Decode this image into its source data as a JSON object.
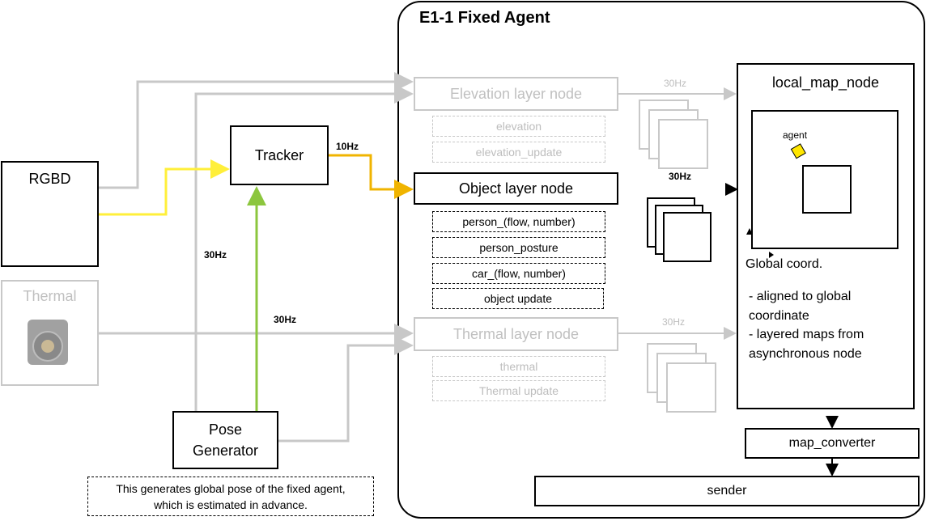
{
  "agent_title": "E1-1 Fixed Agent",
  "rgbd": {
    "label": "RGBD"
  },
  "thermal": {
    "label": "Thermal"
  },
  "tracker": {
    "label": "Tracker"
  },
  "pose_generator": {
    "label_line1": "Pose",
    "label_line2": "Generator"
  },
  "pose_note": {
    "line1": "This generates global pose of the fixed agent,",
    "line2": "which is estimated in advance."
  },
  "elevation_node": {
    "label": "Elevation layer node",
    "sub": [
      "elevation",
      "elevation_update"
    ]
  },
  "object_node": {
    "label": "Object layer node",
    "sub": [
      "person_(flow, number)",
      "person_posture",
      "car_(flow, number)",
      "object update"
    ]
  },
  "thermal_node": {
    "label": "Thermal layer node",
    "sub": [
      "thermal",
      "Thermal update"
    ]
  },
  "rates": {
    "tracker_out": "10Hz",
    "rgbd_left": "30Hz",
    "pose_up": "30Hz",
    "elev_out": "30Hz",
    "obj_out": "30Hz",
    "thermal_out": "30Hz"
  },
  "local_map": {
    "title": "local_map_node",
    "agent_label": "agent",
    "global_title": "Global coord.",
    "bullet1_line1": "- aligned to global",
    "bullet1_line2": "coordinate",
    "bullet2_line1": "-  layered maps from",
    "bullet2_line2": "asynchronous node"
  },
  "map_converter": {
    "label": "map_converter"
  },
  "sender": {
    "label": "sender"
  },
  "colors": {
    "grey": "#c8c8c8",
    "yellow": "#ffef3a",
    "orange": "#f0b400",
    "green": "#8cc63e",
    "agent_yellow": "#ffe600"
  }
}
